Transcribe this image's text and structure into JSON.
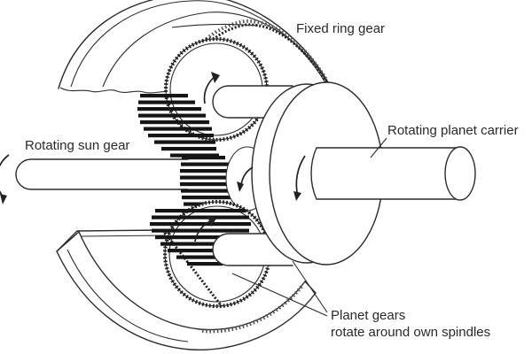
{
  "diagram": {
    "background": "#ffffff",
    "line_color": "#2b2b2b",
    "teeth_color": "#151515",
    "labels": {
      "fixed_ring_gear": "Fixed ring gear",
      "rotating_planet_carrier": "Rotating planet carrier",
      "rotating_sun_gear": "Rotating sun gear",
      "planet_gears_line1": "Planet gears",
      "planet_gears_line2": "rotate around own spindles"
    }
  }
}
